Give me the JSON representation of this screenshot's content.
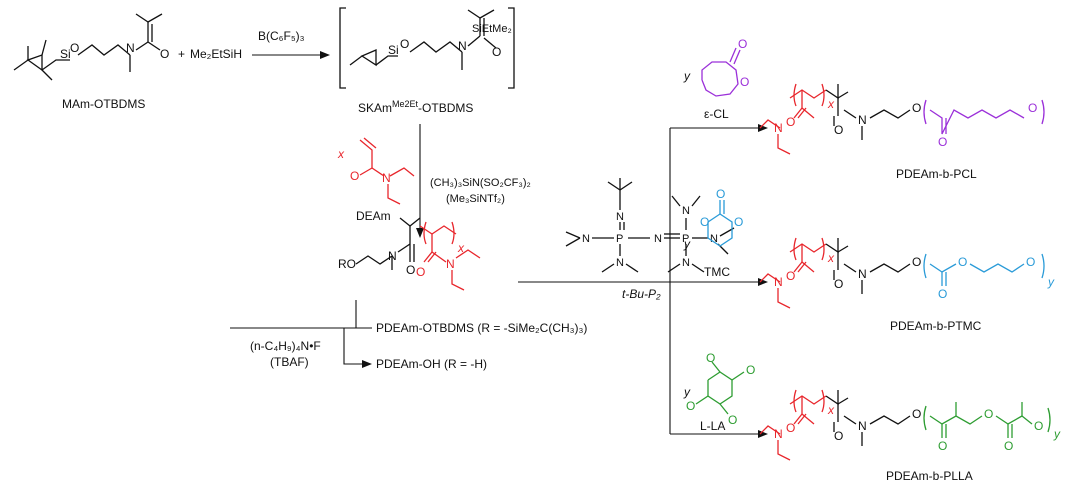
{
  "labels": {
    "mam_otbdms": "MAm-OTBDMS",
    "plus": "+",
    "silane": "Me₂EtSiH",
    "catalyst": "B(C₆F₅)₃",
    "skam_main": "SKAm",
    "skam_sup": "Me2Et",
    "skam_tail": "-OTBDMS",
    "deam": "DEAm",
    "x": "x",
    "y": "y",
    "tms_ntf2_a": "(CH₃)₃SiN(SO₂CF₃)₂",
    "tms_ntf2_b": "(Me₃SiNTf₂)",
    "tbu_p2": "t-Bu-P₂",
    "ecl": "ε-CL",
    "tmc": "TMC",
    "lla": "L-LA",
    "pdeam_pcl": "PDEAm-b-PCL",
    "pdeam_ptmc": "PDEAm-b-PTMC",
    "pdeam_plla": "PDEAm-b-PLLA",
    "pdeam_otbdms": "PDEAm-OTBDMS  (R = -SiMe₂C(CH₃)₃)",
    "pdeam_oh": "PDEAm-OH  (R = -H)",
    "tbaf_a": "(n-C₄H₉)₄N•F",
    "tbaf_b": "(TBAF)",
    "ro": "RO",
    "atoms": {
      "O": "O",
      "N": "N",
      "Si": "Si",
      "P": "P",
      "SiEtMe2": "SiEtMe₂"
    }
  },
  "colors": {
    "black": "#111111",
    "red": "#e8262c",
    "purple": "#9b30d9",
    "blue": "#2a9bd8",
    "green": "#2e9d32"
  }
}
